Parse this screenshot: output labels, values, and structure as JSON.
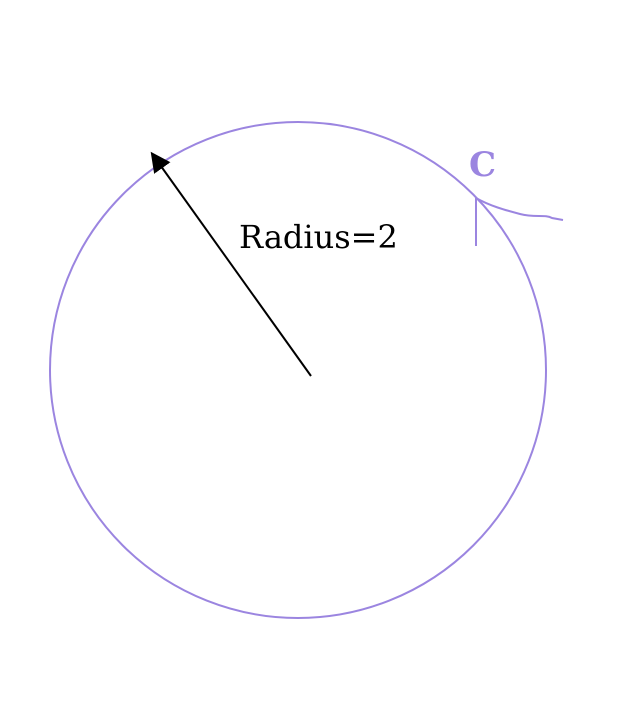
{
  "diagram": {
    "radius_label": "Radius=2",
    "curve_label": "C",
    "radius_value": 2,
    "circle_color": "#9b85e0",
    "arrow_color": "#000000",
    "label_color": "#9b85e0"
  }
}
